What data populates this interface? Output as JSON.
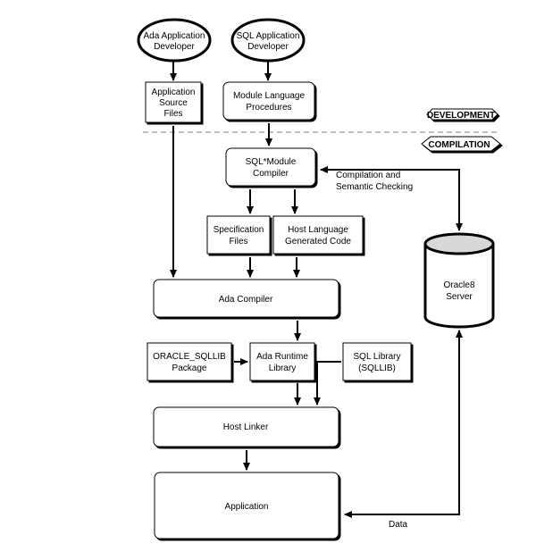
{
  "nodes": {
    "ada_dev": [
      "Ada Application",
      "Developer"
    ],
    "sql_dev": [
      "SQL Application",
      "Developer"
    ],
    "app_source": [
      "Application",
      "Source",
      "Files"
    ],
    "module_procs": [
      "Module Language",
      "Procedures"
    ],
    "sqlmodule": [
      "SQL*Module",
      "Compiler"
    ],
    "spec_files": [
      "Specification",
      "Files"
    ],
    "host_gen": [
      "Host Language",
      "Generated Code"
    ],
    "ada_compiler": [
      "Ada Compiler"
    ],
    "oracle_sqllib": [
      "ORACLE_SQLLIB",
      "Package"
    ],
    "ada_runtime": [
      "Ada Runtime",
      "Library"
    ],
    "sql_library": [
      "SQL Library",
      "(SQLLIB)"
    ],
    "host_linker": [
      "Host Linker"
    ],
    "application": [
      "Application"
    ],
    "oracle8": [
      "Oracle8",
      "Server"
    ]
  },
  "labels": {
    "development": "DEVELOPMENT",
    "compilation": "COMPILATION",
    "compilation_check": [
      "Compilation and",
      "Semantic Checking"
    ],
    "data": "Data"
  }
}
